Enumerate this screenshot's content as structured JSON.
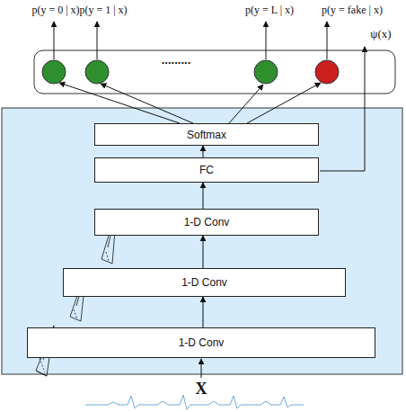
{
  "diagram": {
    "nodes": [
      {
        "text": [
          "Softmax"
        ]
      },
      {
        "text": [
          "FC"
        ]
      },
      {
        "text": [
          "1-D Conv"
        ]
      },
      {
        "text": [
          "1-D Conv"
        ]
      },
      {
        "text": [
          "1-D Conv"
        ]
      }
    ],
    "edges": [
      {
        "from": 4,
        "to": 3,
        "arrow": "to"
      },
      {
        "from": 3,
        "to": 2,
        "arrow": "to"
      },
      {
        "from": 2,
        "to": 1,
        "arrow": "to"
      },
      {
        "from": 1,
        "to": 0,
        "arrow": "to"
      }
    ],
    "labels": [
      "p(y = 0 | x)",
      "p(y = 1 | x)",
      "p(y = L | x)",
      "p(y = fake | x)",
      ".........",
      "ψ(x)",
      "X"
    ]
  }
}
